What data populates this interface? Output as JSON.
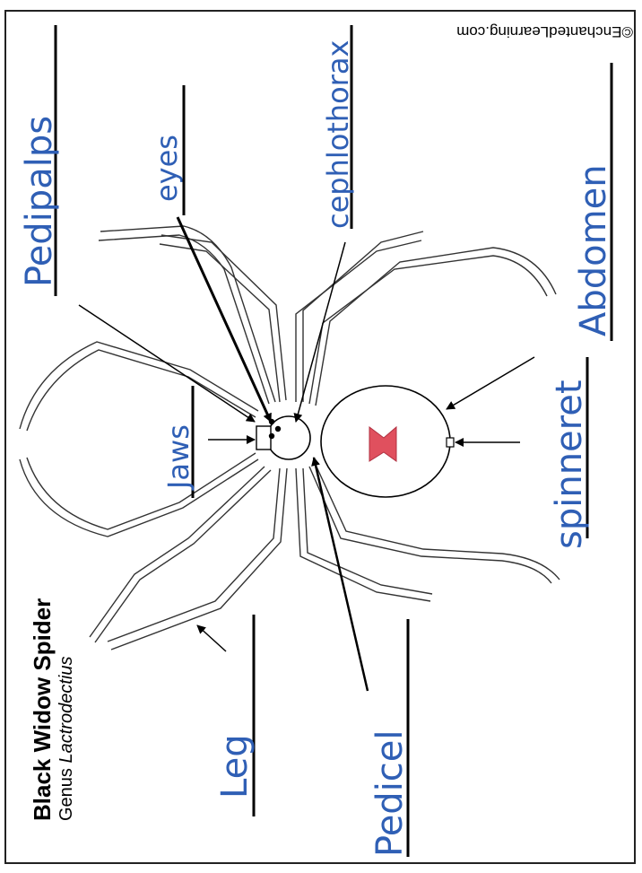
{
  "title": "Black Widow Spider",
  "genus_prefix": "Genus",
  "genus_name": "Lactrodectius",
  "copyright": "©EnchantedLearning.com",
  "labels": {
    "pedipalps": "Pedipalps",
    "eyes": "eyes",
    "cephalothorax": "cephlothorax",
    "jaws": "Jaws",
    "abdomen": "Abdomen",
    "spinneret": "spinneret",
    "leg": "Leg",
    "pedicel": "Pedicel"
  },
  "colors": {
    "handwriting": "#2f5fb5",
    "hourglass": "#e0505e",
    "ink": "#000000"
  }
}
